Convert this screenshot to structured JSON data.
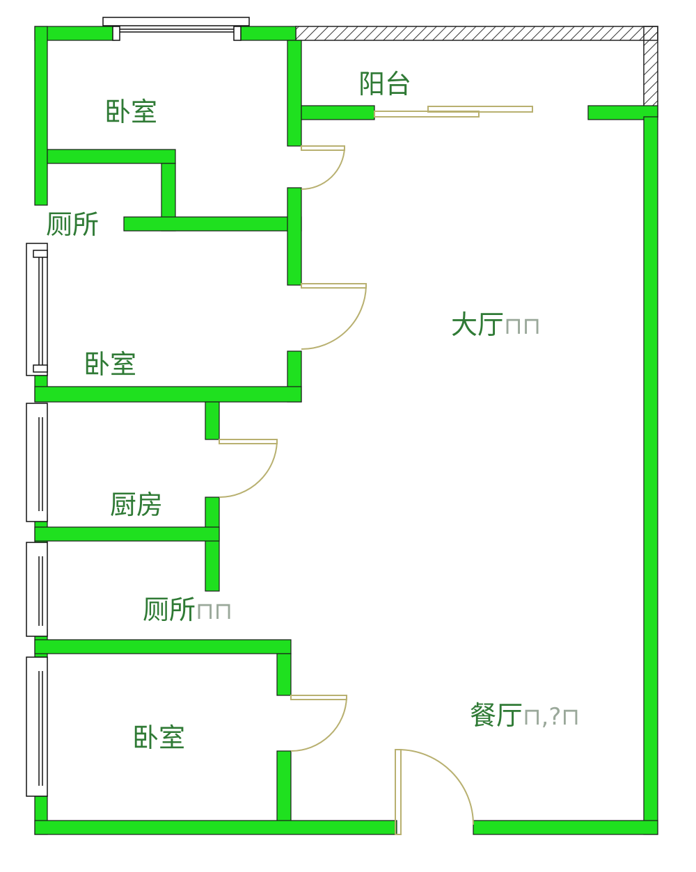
{
  "colors": {
    "wall": "#1fe01f",
    "door": "#b8b070",
    "label": "#2f7a35"
  },
  "rooms": [
    {
      "name": "卧室",
      "suffix": ""
    },
    {
      "name": "阳台",
      "suffix": ""
    },
    {
      "name": "厕所",
      "suffix": ""
    },
    {
      "name": "卧室",
      "suffix": ""
    },
    {
      "name": "大厅",
      "suffix": "⊓⊓"
    },
    {
      "name": "厨房",
      "suffix": ""
    },
    {
      "name": "厕所",
      "suffix": "⊓⊓"
    },
    {
      "name": "卧室",
      "suffix": ""
    },
    {
      "name": "餐厅",
      "suffix": "⊓,?⊓"
    }
  ]
}
